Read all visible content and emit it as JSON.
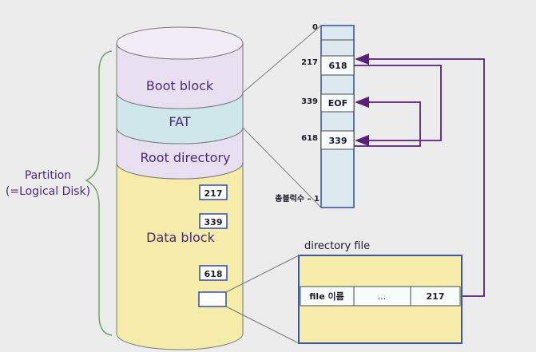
{
  "disk": {
    "boot_block": "Boot block",
    "fat": "FAT",
    "root_directory": "Root directory",
    "data_block": "Data block",
    "block_numbers": [
      "217",
      "339",
      "618"
    ]
  },
  "partition": {
    "line1": "Partition",
    "line2": "(=Logical Disk)"
  },
  "fat_table": {
    "index_labels": [
      "0",
      "217",
      "339",
      "618",
      "총블럭수 – 1"
    ],
    "entries": [
      "618",
      "EOF",
      "339"
    ]
  },
  "directory_file": {
    "title": "directory file",
    "filename": "file 이름",
    "ellipsis": "...",
    "start_block": "217"
  },
  "colors": {
    "purple": "#5a1f7a",
    "box_border": "#3a56b0",
    "cyl_boot": "#e8dff0",
    "cyl_fat": "#cfe6ea",
    "cyl_data": "#f4eca8",
    "fat_table": "#dce9ee"
  }
}
